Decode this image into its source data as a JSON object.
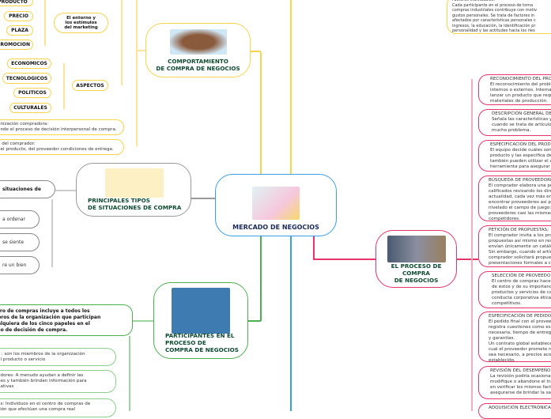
{
  "central": {
    "title": "MERCADO DE NEGOCIOS"
  },
  "comportamiento": {
    "title": "COMPORTAMIENTO\nDE COMPRA DE NEGOCIOS",
    "entorno": "El entorno y\nlos estímulos\ndel marketing",
    "entorno_items": [
      "PRODUCTO",
      "PRECIO",
      "PLAZA",
      "PROMOCION"
    ],
    "aspectos": "ASPECTOS",
    "aspectos_items": [
      "ECONOMICOS",
      "TECNOLOGICOS",
      "POLITICOS",
      "CULTURALES"
    ],
    "notes": [
      "anización compradora:\nende el proceso de decisión interpersonal de compra.",
      "a del comprador:\n del producto, del proveedor condiciones de entrega."
    ],
    "factores": "Factores individuales:\n Cada participante en el proceso de toma\ncompras industriales contribuye con motiv\ngustos personales. Se trata de factores in\nafectados por características personales c\ningresos, la educación, la identificación pr\npersonalidad y las actitudes hacia los ries"
  },
  "situaciones": {
    "title": "PRINCIPALES TIPOS\nDE SITUACIONES DE COMPRA",
    "header": "situaciones de",
    "items": [
      "a ordenar",
      "se siente",
      "re un bien"
    ]
  },
  "participantes": {
    "title": "PARTICIPANTES EN EL\nPROCESO DE\nCOMPRA DE NEGOCIOS",
    "summary": "tro de compras incluye a todos los\nbros de la organización que participan\nalquiera de los cinco papeles en el\nso de decisión de compra.",
    "items": [
      "s :  son los miembros de la organización\nel producto o servicio",
      "adores: A menudo ayudan a definir las\nnes y también brindan información para\nnativas",
      "es: Individuos en el centro de compras de\nción que efectúan una compra real"
    ]
  },
  "proceso": {
    "title": "EL PROCESO DE\nCOMPRA\nDE NEGOCIOS",
    "steps": [
      "RECONOCIMIENTO DEL PRO\nEl reconocimiento del proble\ninternos o externos. Interna\nlanzar un producto que requ\nmateriales de producción.",
      "DESCRIPCIÓN GENERAL DE\nSeñala las características y\ncuando se trata de artículos\nmucho problema.",
      "ESPECIFICACIÓN DEL PROD\nEl equipo decide cuáles son\nproducto y las especifica de\ntambién pueden utilizar el a\nherramienta para asegurar",
      "BÚSQUEDA DE PROVEEDORE\nEl comprador elabora una pe\ncalificados revisando los dire\nactualidad, cada vez más em\nencontrar proveedores así pa\nnivelado el campo de juego:\nproveedores casi las mismas\ncompetidores.",
      "PETICIÓN DE PROPUESTAS;\nEl comprador invita a los pro\npropuestas así mismo en res\nenvían únicamente un catálo\nSin embargo, cuando el artíc\ncomprador solicitará propues\npresentaciones formales a ca",
      "SELECCIÓN DE PROVEEDO\nEl centro de compras hace\nde éstos y de su importanc\nproductos y servicios de ca\nconducta corporativa ética,\ncompetitivos.",
      "ESPECIFICACIÓN DE PEDIDO\nEl pedido final con el provee\nregistra cuestiones como esp\nnecesaria, tiempo de entrega\ny garantías.\nUn contrato global establece\ncual el proveedor promete re\nsea necesario, a precios acor\nestablecido.",
      "REVISIÓN DEL DESEMPEÑO\nLa revisión podría ocasionar\nmodifique o abandone el tra\nen verificar los mismos facto\nasegurarse de brindar la sat",
      "ADQUISICIÓN ELECTRÓNICA"
    ]
  }
}
